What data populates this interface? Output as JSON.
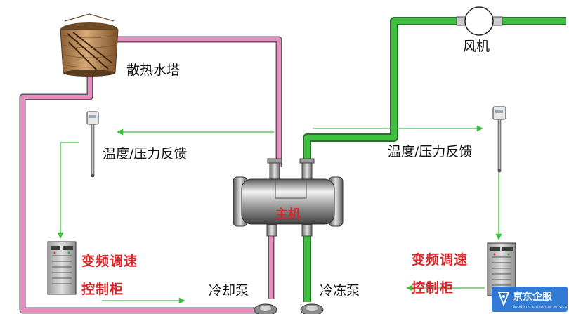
{
  "labels": {
    "cooling_tower": "散热水塔",
    "fan": "风机",
    "feedback_left": "温度/压力反馈",
    "feedback_right": "温度/压力反馈",
    "main_unit": "主机",
    "vfd_left_line1": "变频调速",
    "vfd_left_line2": "控制柜",
    "vfd_right_line1": "变频调速",
    "vfd_right_line2": "控制柜",
    "cooling_pump": "冷却泵",
    "chilled_pump": "冷冻泵"
  },
  "watermark": {
    "brand": "京东企服",
    "sub": "jingdo ng enterprise service"
  },
  "colors": {
    "cooling_loop": "#e78ec0",
    "chilled_loop": "#3fbf3f",
    "signal_line": "#39c239",
    "label_red": "#d9262b",
    "label_black": "#111111",
    "tower_body": "#b98a5a",
    "watermark_bg": "#1f6fd1"
  }
}
